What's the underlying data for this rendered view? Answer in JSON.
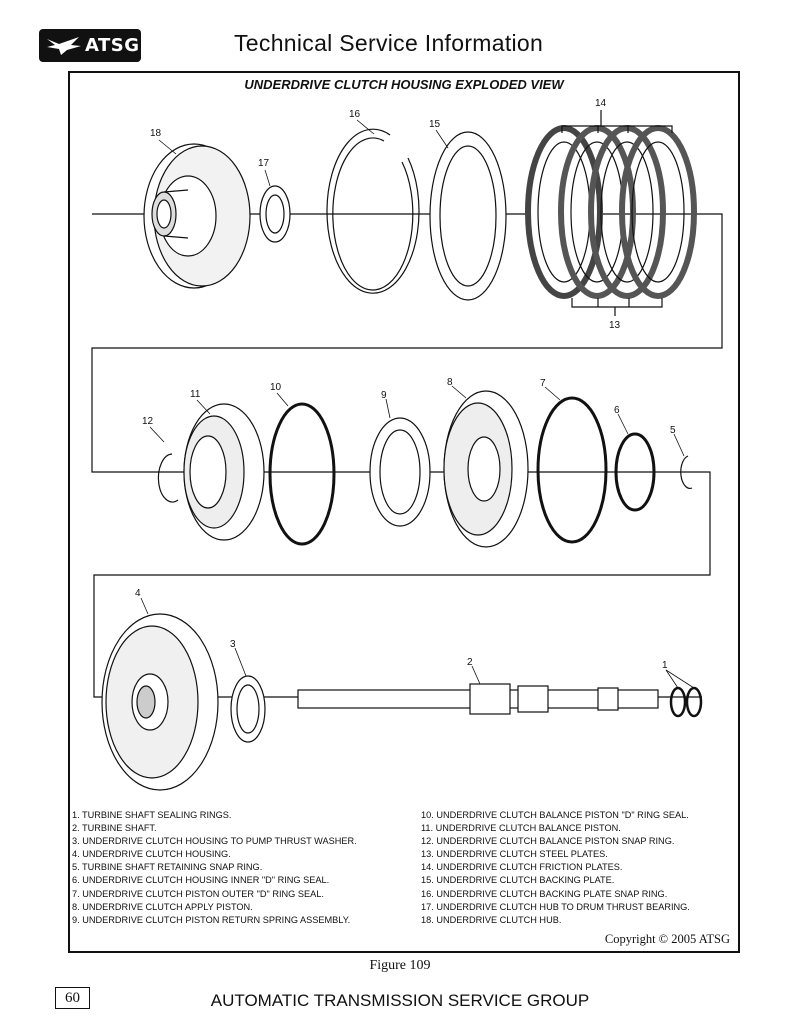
{
  "header": {
    "logo_text": "ATSG",
    "title": "Technical Service Information"
  },
  "diagram": {
    "title": "UNDERDRIVE CLUTCH HOUSING EXPLODED VIEW",
    "callouts": [
      "1",
      "2",
      "3",
      "4",
      "5",
      "6",
      "7",
      "8",
      "9",
      "10",
      "11",
      "12",
      "13",
      "14",
      "15",
      "16",
      "17",
      "18"
    ]
  },
  "legend": {
    "left": [
      "1.  TURBINE SHAFT SEALING RINGS.",
      "2.  TURBINE SHAFT.",
      "3.  UNDERDRIVE CLUTCH HOUSING TO PUMP THRUST WASHER.",
      "4.  UNDERDRIVE CLUTCH HOUSING.",
      "5.  TURBINE SHAFT RETAINING SNAP RING.",
      "6.  UNDERDRIVE CLUTCH HOUSING INNER \"D\" RING SEAL.",
      "7.  UNDERDRIVE CLUTCH PISTON OUTER \"D\" RING SEAL.",
      "8.  UNDERDRIVE CLUTCH APPLY PISTON.",
      "9.  UNDERDRIVE CLUTCH PISTON RETURN SPRING ASSEMBLY."
    ],
    "right": [
      "10.  UNDERDRIVE CLUTCH BALANCE PISTON \"D\" RING SEAL.",
      "11.  UNDERDRIVE CLUTCH BALANCE PISTON.",
      "12.  UNDERDRIVE CLUTCH BALANCE PISTON SNAP RING.",
      "13.  UNDERDRIVE CLUTCH STEEL PLATES.",
      "14.  UNDERDRIVE CLUTCH FRICTION PLATES.",
      "15.  UNDERDRIVE CLUTCH BACKING PLATE.",
      "16.  UNDERDRIVE CLUTCH BACKING PLATE SNAP RING.",
      "17.  UNDERDRIVE CLUTCH HUB TO DRUM THRUST BEARING.",
      "18.  UNDERDRIVE CLUTCH HUB."
    ]
  },
  "copyright": "Copyright © 2005 ATSG",
  "figure_caption": "Figure 109",
  "page_number": "60",
  "footer": "AUTOMATIC TRANSMISSION SERVICE GROUP"
}
